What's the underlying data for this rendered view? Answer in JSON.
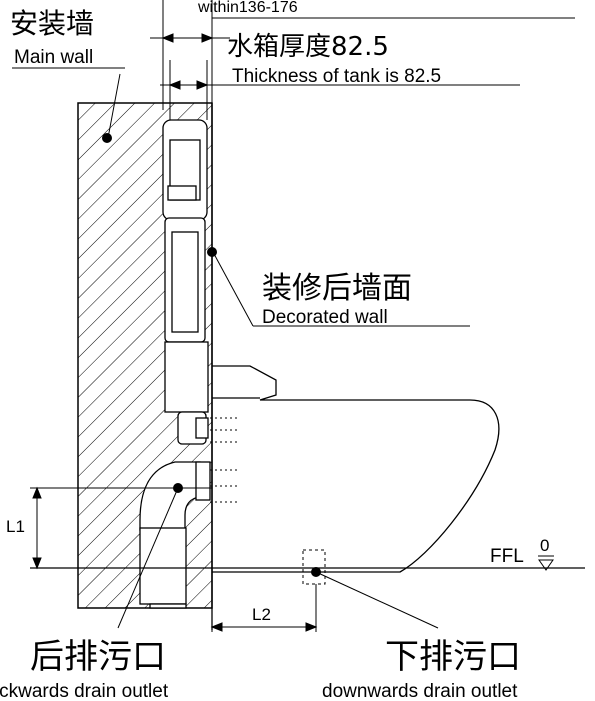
{
  "labels": {
    "top_dim": "within136-176",
    "tank_zh": "水箱厚度82.5",
    "tank_en": "Thickness of tank is 82.5",
    "main_wall_zh": "安装墙",
    "main_wall_en": "Main wall",
    "decor_zh": "装修后墙面",
    "decor_en": "Decorated wall",
    "l1": "L1",
    "l2": "L2",
    "ffl": "FFL",
    "ffl_zero": "0",
    "back_zh": "后排污口",
    "back_en": "backwards drain outlet",
    "down_zh": "下排污口",
    "down_en": "downwards drain outlet"
  }
}
